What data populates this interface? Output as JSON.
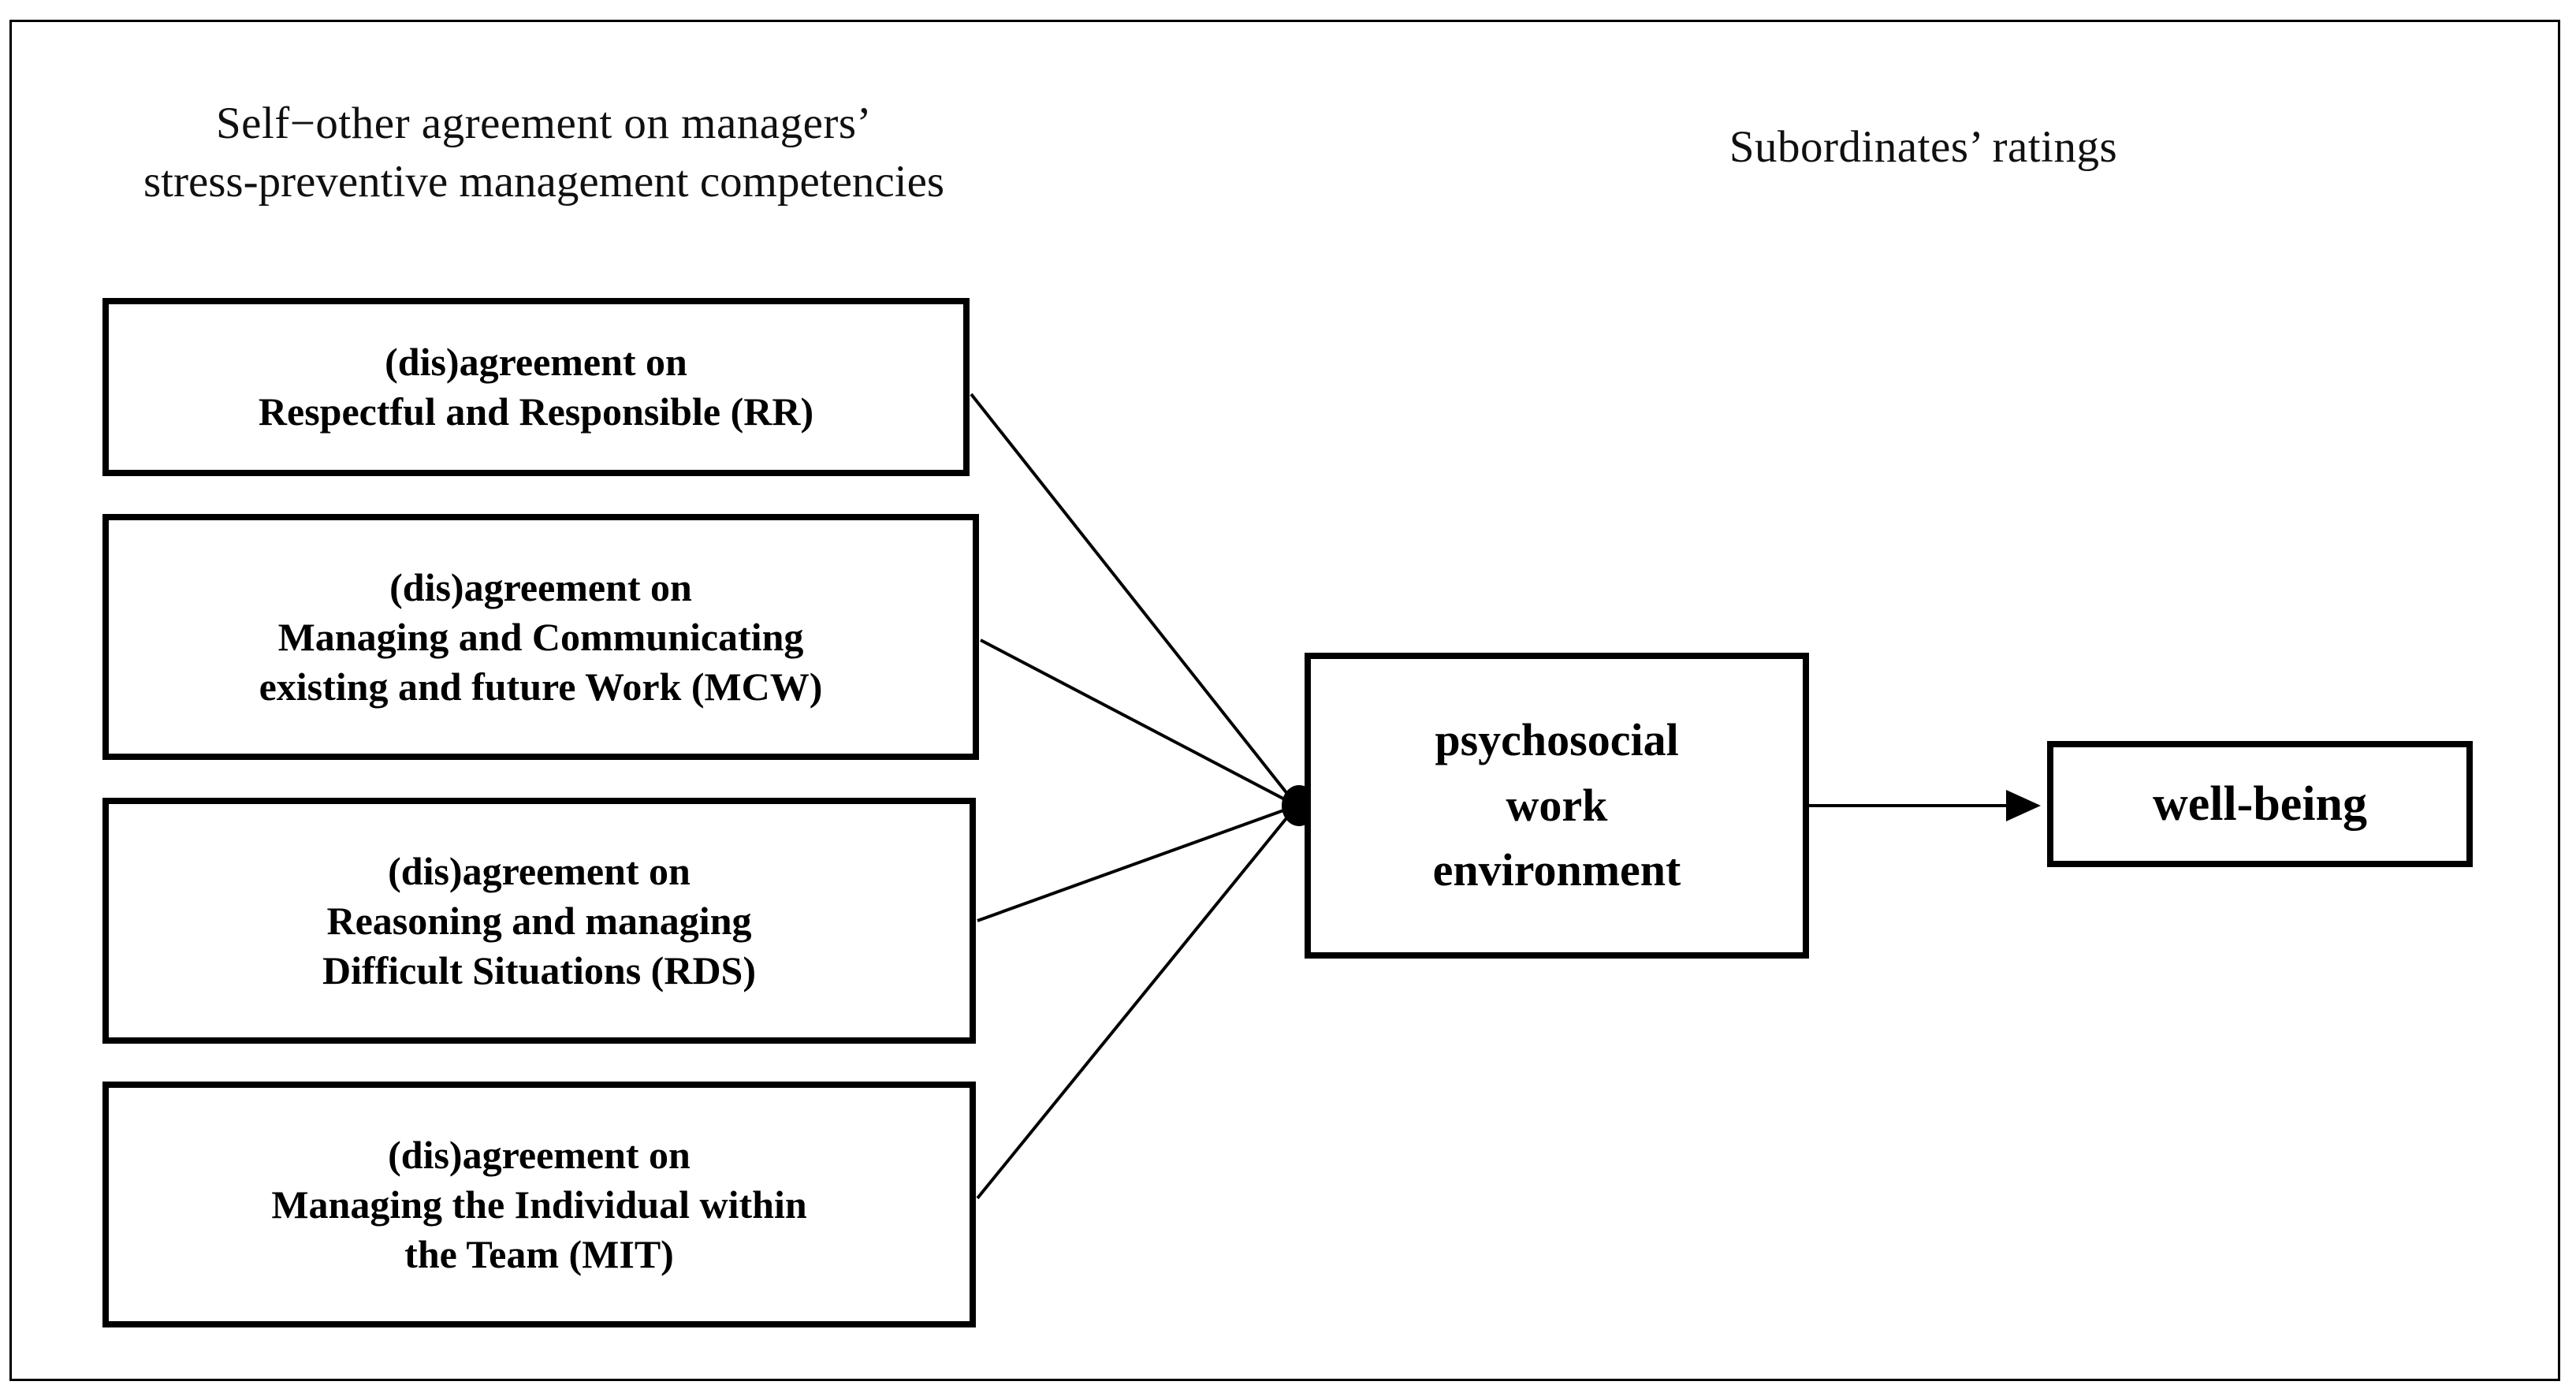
{
  "figure": {
    "type": "conceptual-path-model",
    "background": "#ffffff",
    "line_color": "#000000",
    "border_color": "#000000"
  },
  "headers": {
    "left": {
      "line1": "Self−other agreement on managers’",
      "line2": "stress-preventive management competencies"
    },
    "right": {
      "line1": "Subordinates’ ratings"
    }
  },
  "predictors": [
    {
      "id": "RR",
      "line1": "(dis)agreement on",
      "line2": "Respectful and Responsible (RR)",
      "line3": ""
    },
    {
      "id": "MCW",
      "line1": "(dis)agreement on",
      "line2": "Managing and Communicating",
      "line3": "existing and future Work (MCW)"
    },
    {
      "id": "RDS",
      "line1": "(dis)agreement on",
      "line2": "Reasoning and managing",
      "line3": "Difficult Situations (RDS)"
    },
    {
      "id": "MIT",
      "line1": "(dis)agreement on",
      "line2": "Managing the Individual within",
      "line3": "the Team (MIT)"
    }
  ],
  "mediator": {
    "id": "PWE",
    "line1": "psychosocial",
    "line2": "work",
    "line3": "environment"
  },
  "outcome": {
    "id": "WB",
    "label": "well-being"
  },
  "junction": {
    "name": "convergence-node",
    "shape": "filled-ellipse",
    "color": "#000000"
  },
  "edges": [
    {
      "from": "RR",
      "to": "PWE",
      "style": "line",
      "arrowhead": false
    },
    {
      "from": "MCW",
      "to": "PWE",
      "style": "line",
      "arrowhead": false
    },
    {
      "from": "RDS",
      "to": "PWE",
      "style": "line",
      "arrowhead": false
    },
    {
      "from": "MIT",
      "to": "PWE",
      "style": "line",
      "arrowhead": false
    },
    {
      "from": "PWE",
      "to": "WB",
      "style": "arrow",
      "arrowhead": true
    }
  ]
}
